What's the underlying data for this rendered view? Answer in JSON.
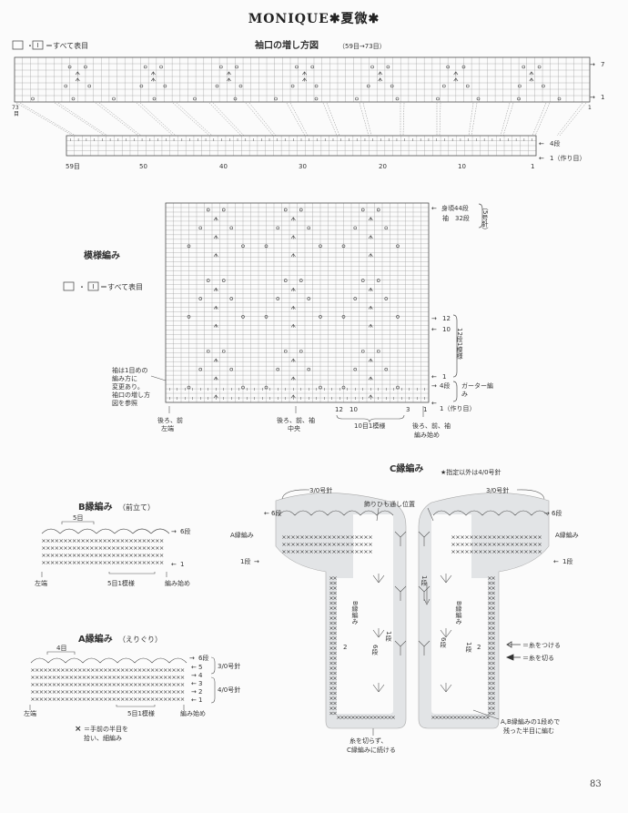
{
  "header": {
    "title": "MONIQUE✱夏微✱"
  },
  "page_number": "83",
  "sleeve": {
    "title": "袖口の増し方図",
    "subtitle": "（59目→73目）",
    "legend_text": "＝すべて表目",
    "right_labels": [
      "7",
      "1"
    ],
    "left_count": "73",
    "left_unit": "目",
    "bottom_right": "1",
    "rows_label": "4段",
    "cast_on_label": "1（作り目）",
    "axis_labels": [
      "59目",
      "50",
      "40",
      "30",
      "20",
      "10",
      "1"
    ]
  },
  "main_pattern": {
    "title": "模様編み",
    "legend_text": "＝すべて表目",
    "right_labels": {
      "body_rows": "身頃44段",
      "sleeve_rows": "袖　32段",
      "needle": "（5号針）",
      "r12": "12",
      "r10": "10",
      "repeat": "12段1模様",
      "r1": "1",
      "r4": "4段",
      "garter": "ガーター編み",
      "cast_on": "1（作り目）"
    },
    "left_note": [
      "袖は1目めの",
      "編み方に",
      "変更あり。",
      "袖口の増し方",
      "図を参照"
    ],
    "bottom_labels": {
      "left_edge": [
        "後ろ、前",
        "左端"
      ],
      "center": [
        "後ろ、前、袖",
        "中央"
      ],
      "n12": "12",
      "n10": "10",
      "n3": "3",
      "n1": "1",
      "repeat": "10目1模様",
      "start": [
        "後ろ、前、袖",
        "編み始め"
      ]
    }
  },
  "b_edge": {
    "title": "B縁編み",
    "subtitle": "（前立て）",
    "top": "5目",
    "row6": "6段",
    "row1": "1",
    "left_end": "左端",
    "repeat": "5目1模様",
    "start": "編み始め"
  },
  "a_edge": {
    "title": "A縁編み",
    "subtitle": "（えりぐり）",
    "top": "4目",
    "row_labels": [
      "6段",
      "5",
      "4",
      "3",
      "2",
      "1"
    ],
    "needle_30": "3/0号針",
    "needle_40": "4/0号針",
    "left_end": "左端",
    "repeat": "5目1模様",
    "start": "編み始め"
  },
  "note_x": [
    "＝手前の半目を",
    "拾い、細編み"
  ],
  "c_edge": {
    "title": "C縁編み",
    "subtitle": "★指定以外は4/0号針",
    "needle_left": "3/0号針",
    "needle_right": "3/0号針",
    "cord_position": "飾りひも通し位置",
    "row6_left": "6段",
    "row6_right": "6段",
    "a_left": "A縁編み",
    "a_right": "A縁編み",
    "row1_left": "1段",
    "row1_right": "1段",
    "b_left": "B縁編み",
    "b_right": "B縁編み",
    "num2_left": "2",
    "num2_right": "2",
    "row6_mid_left": "6段",
    "row6_mid_right": "6段",
    "row1_mid_left": "1段",
    "row1_mid_right": "1段",
    "center_1": "1段",
    "legend_attach": "＝糸をつける",
    "legend_cut": "＝糸を切る",
    "note_ab": [
      "A,B縁編みの1段めで",
      "残った半目に編む"
    ],
    "note_continue": [
      "糸を切らず、",
      "C縁編みに続ける"
    ]
  },
  "colors": {
    "ink": "#333333",
    "shade": "#e2e4e6",
    "grid": "#9a9a9a",
    "paper": "#fbfbfb"
  }
}
